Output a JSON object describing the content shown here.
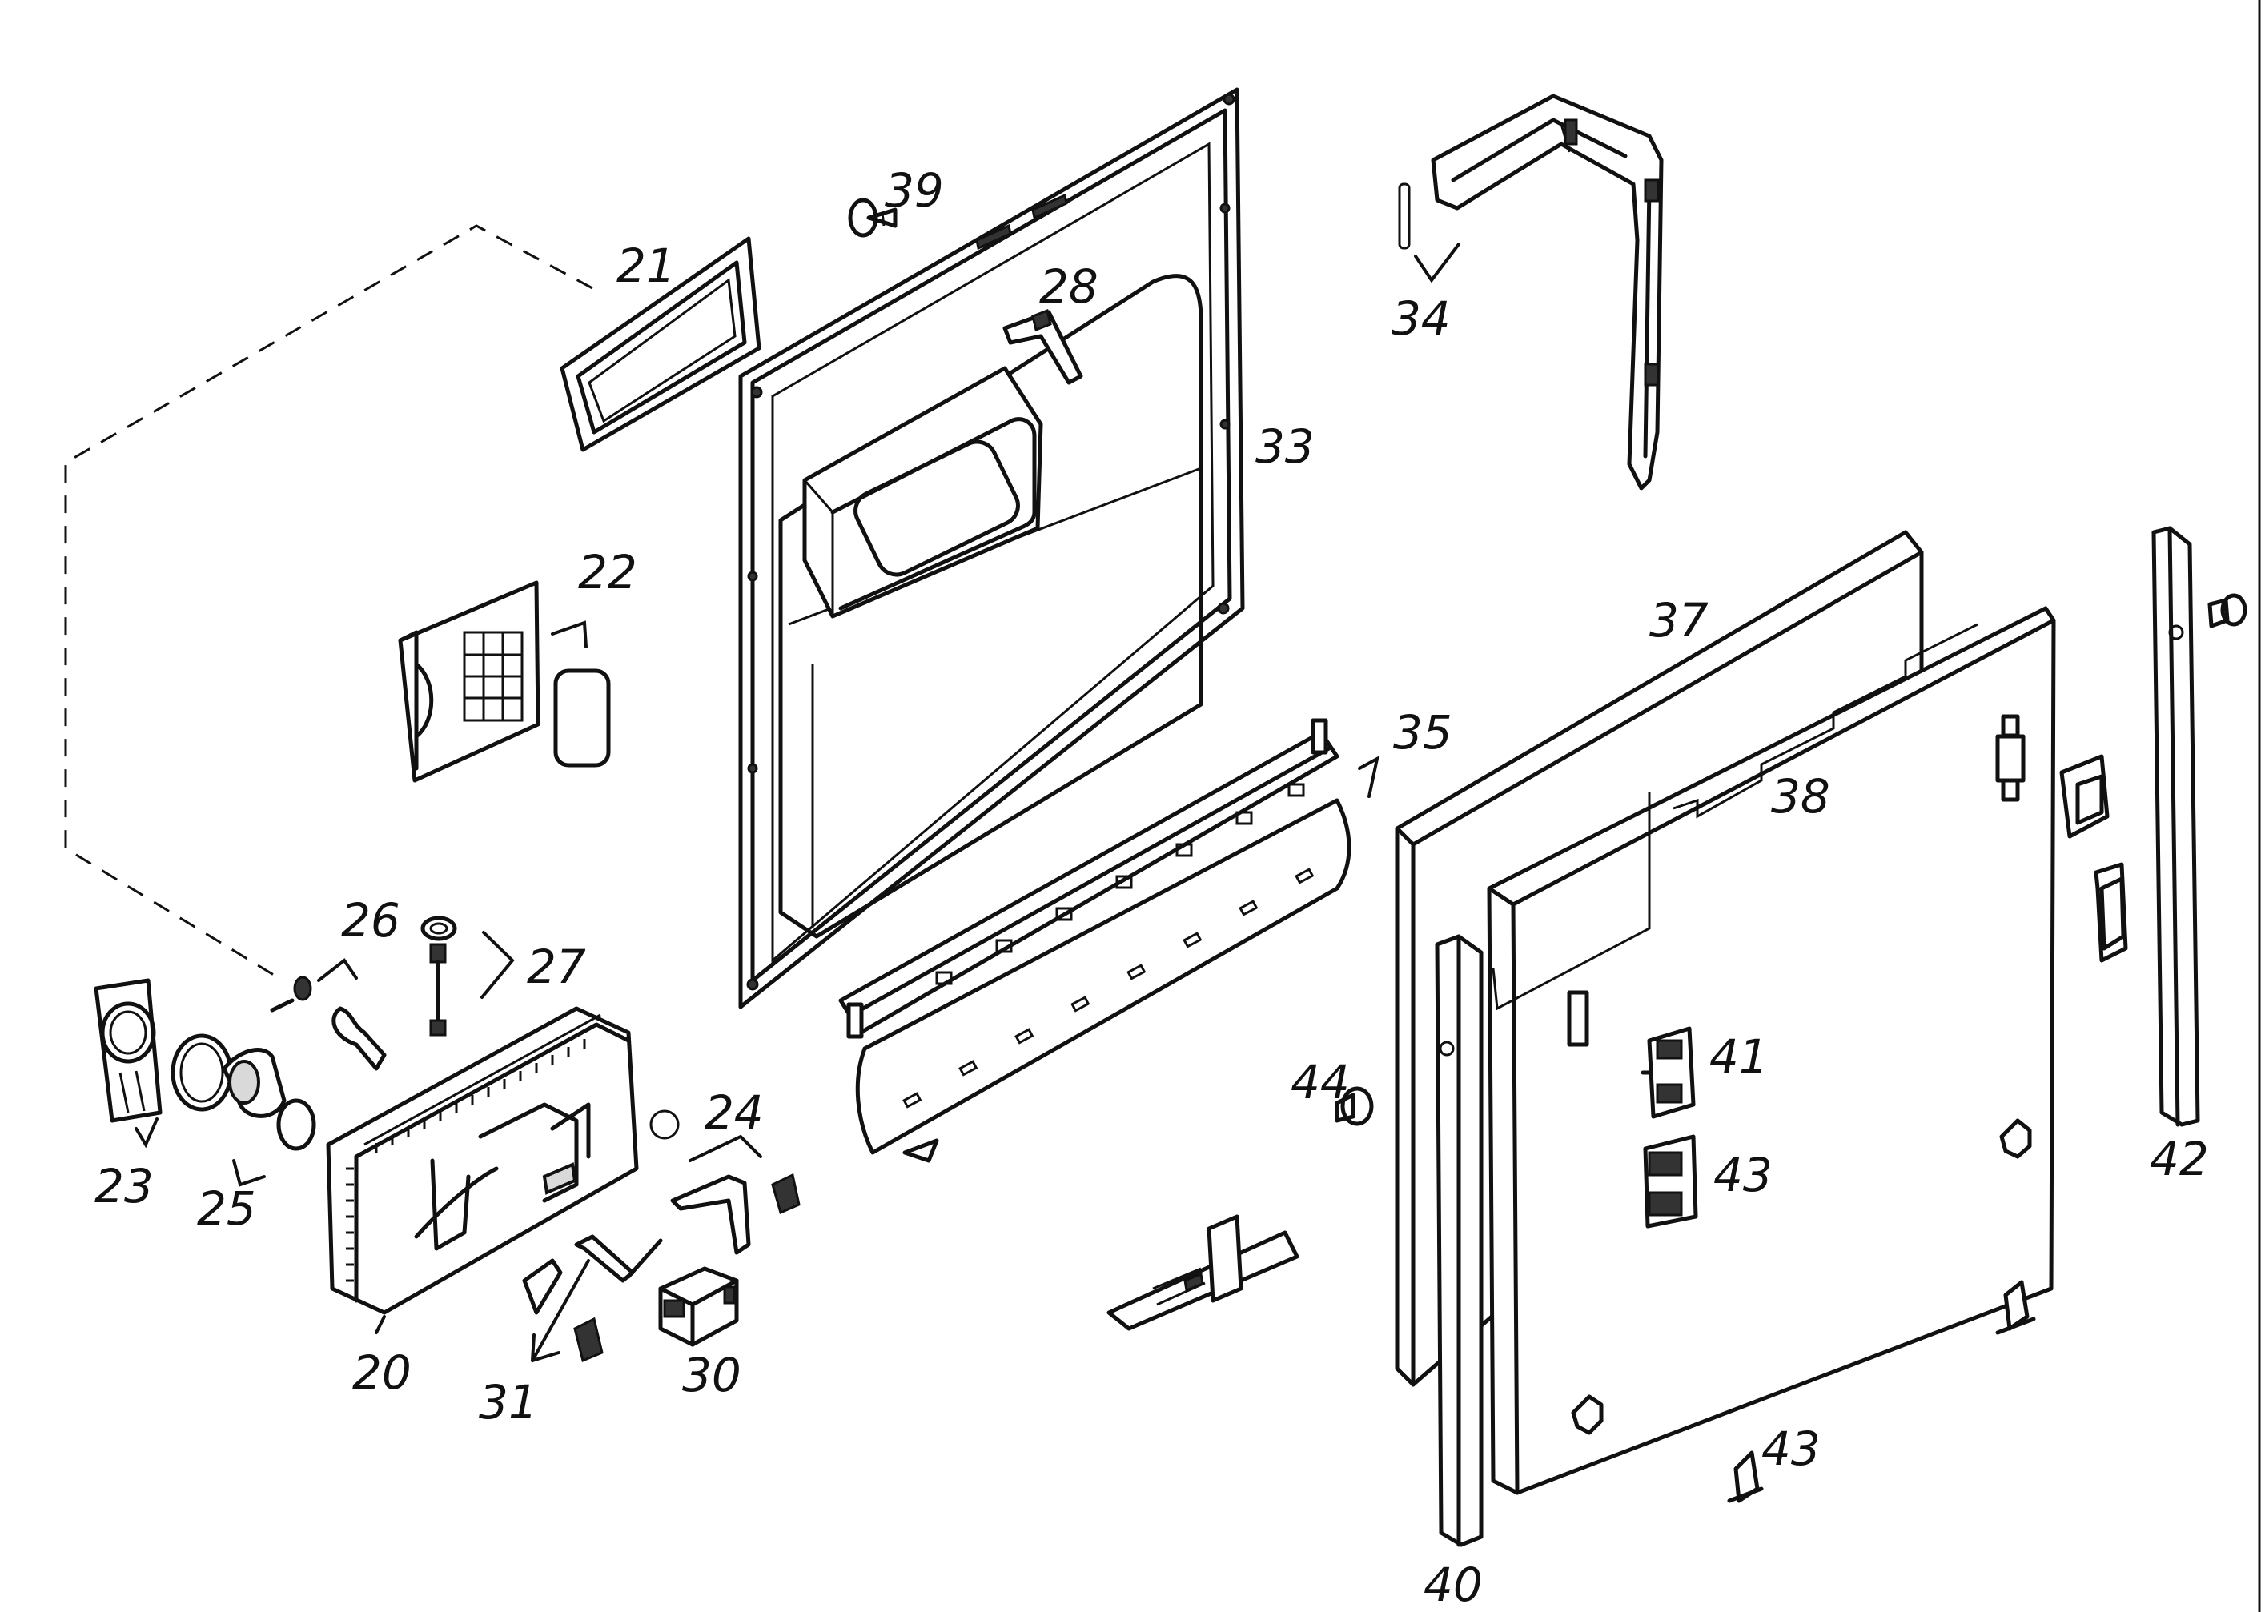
{
  "labels": {
    "l20": "20",
    "l21": "21",
    "l22": "22",
    "l23": "23",
    "l24": "24",
    "l25": "25",
    "l26": "26",
    "l27": "27",
    "l28": "28",
    "l30": "30",
    "l31": "31",
    "l33": "33",
    "l34": "34",
    "l35": "35",
    "l37": "37",
    "l38": "38",
    "l39": "39",
    "l40": "40",
    "l41": "41",
    "l42": "42",
    "l43a": "43",
    "l43b": "43",
    "l44": "44"
  }
}
